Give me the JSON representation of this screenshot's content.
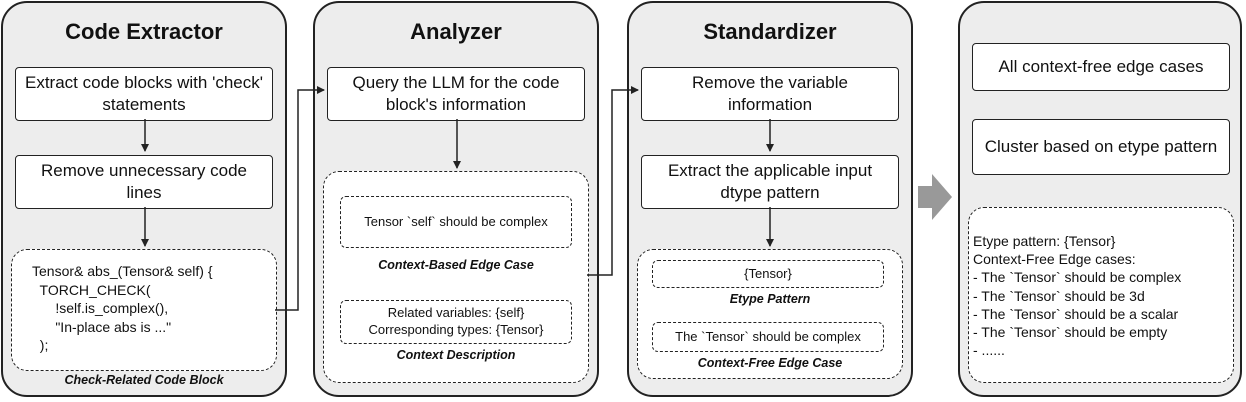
{
  "code_extractor": {
    "title": "Code Extractor",
    "step1": "Extract code blocks with 'check' statements",
    "step2": "Remove unnecessary code lines",
    "code_lines": [
      "Tensor& abs_(Tensor& self) {",
      "  TORCH_CHECK(",
      "      !self.is_complex(),",
      "      \"In-place abs is ...\"",
      "  );"
    ],
    "caption": "Check-Related Code Block"
  },
  "analyzer": {
    "title": "Analyzer",
    "step1": "Query the LLM for the code block's information",
    "edge_case": "Tensor `self` should be complex",
    "edge_case_caption": "Context-Based Edge Case",
    "context_line1": "Related variables: {self}",
    "context_line2": "Corresponding types: {Tensor}",
    "context_caption": "Context Description"
  },
  "standardizer": {
    "title": "Standardizer",
    "step1": "Remove the variable information",
    "step2": "Extract the applicable input dtype pattern",
    "etype": "{Tensor}",
    "etype_caption": "Etype Pattern",
    "edge_case": "The `Tensor` should be complex",
    "edge_case_caption": "Context-Free Edge Case"
  },
  "clusterer": {
    "step1": "All context-free edge cases",
    "step2": "Cluster based on etype pattern",
    "result_lines": [
      "Etype pattern: {Tensor}",
      "Context-Free Edge cases:",
      "- The `Tensor` should be complex",
      "- The `Tensor` should be 3d",
      "- The `Tensor` should be a scalar",
      "- The `Tensor` should be empty",
      "- ......"
    ]
  },
  "colors": {
    "panel_bg": "#ededed",
    "stroke": "#222222",
    "big_arrow": "#999999"
  }
}
